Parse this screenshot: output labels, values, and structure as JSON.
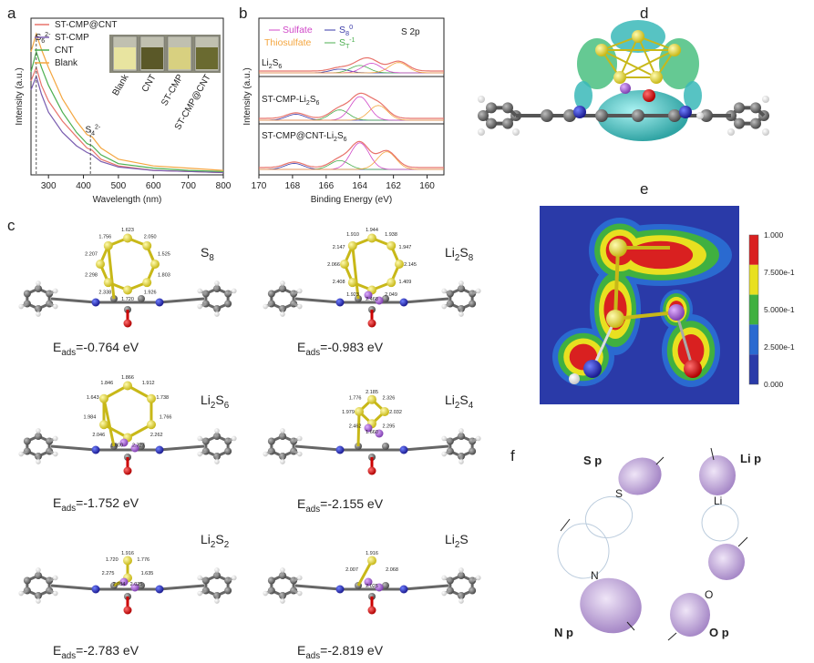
{
  "panels": {
    "a": "a",
    "b": "b",
    "c": "c",
    "d": "d",
    "e": "e",
    "f": "f"
  },
  "chart_data": [
    {
      "type": "line",
      "xlabel": "Wavelength (nm)",
      "ylabel": "Intensity (a.u.)",
      "xlim": [
        250,
        800
      ],
      "xticks": [
        "300",
        "400",
        "500",
        "600",
        "700",
        "800"
      ],
      "legend": "top-left",
      "annotations": [
        "S62-",
        "S42-"
      ],
      "photo_labels": [
        "Blank",
        "CNT",
        "ST-CMP",
        "ST-CMP@CNT"
      ],
      "series": [
        {
          "name": "ST-CMP@CNT",
          "color": "#e8736b",
          "x": [
            250,
            265,
            280,
            300,
            340,
            380,
            410,
            425,
            450,
            500,
            600,
            700,
            800
          ],
          "y": [
            0.42,
            0.48,
            0.4,
            0.33,
            0.24,
            0.17,
            0.12,
            0.11,
            0.07,
            0.04,
            0.02,
            0.015,
            0.01
          ]
        },
        {
          "name": "ST-CMP",
          "color": "#7a5db0",
          "x": [
            250,
            265,
            280,
            300,
            340,
            380,
            410,
            425,
            450,
            500,
            600,
            700,
            800
          ],
          "y": [
            0.38,
            0.44,
            0.36,
            0.28,
            0.19,
            0.13,
            0.1,
            0.09,
            0.06,
            0.035,
            0.02,
            0.015,
            0.01
          ]
        },
        {
          "name": "CNT",
          "color": "#4caf50",
          "x": [
            250,
            265,
            280,
            300,
            340,
            380,
            410,
            425,
            450,
            500,
            600,
            700,
            800
          ],
          "y": [
            0.46,
            0.55,
            0.48,
            0.4,
            0.28,
            0.19,
            0.14,
            0.13,
            0.09,
            0.05,
            0.03,
            0.02,
            0.015
          ]
        },
        {
          "name": "Blank",
          "color": "#f4a640",
          "x": [
            250,
            265,
            280,
            300,
            340,
            380,
            410,
            425,
            450,
            500,
            600,
            700,
            800
          ],
          "y": [
            0.55,
            0.63,
            0.56,
            0.48,
            0.34,
            0.24,
            0.18,
            0.17,
            0.12,
            0.07,
            0.04,
            0.03,
            0.02
          ]
        }
      ]
    },
    {
      "type": "line",
      "xlabel": "Binding Energy (eV)",
      "ylabel": "Intensity (a.u.)",
      "xlim": [
        170,
        159
      ],
      "xticks": [
        "170",
        "168",
        "166",
        "164",
        "162",
        "160"
      ],
      "legend": [
        "Sulfate",
        "Thiosulfate",
        "S80",
        "ST-1"
      ],
      "legend_colors": [
        "#d048c8",
        "#f4a640",
        "#3a3aa8",
        "#4caf50"
      ],
      "title_tag": "S 2p",
      "samples": [
        "Li2S6",
        "ST-CMP-Li2S6",
        "ST-CMP@CNT-Li2S6"
      ],
      "peaks": [
        {
          "sample": "Li2S6",
          "centers": [
            165.2,
            164.0,
            163.3,
            161.7
          ],
          "heights": [
            0.25,
            0.5,
            0.65,
            0.7
          ]
        },
        {
          "sample": "ST-CMP-Li2S6",
          "centers": [
            167.8,
            165.2,
            164.0,
            162.9
          ],
          "heights": [
            0.2,
            0.35,
            0.8,
            0.5
          ]
        },
        {
          "sample": "ST-CMP@CNT-Li2S6",
          "centers": [
            167.9,
            165.2,
            164.0,
            162.4
          ],
          "heights": [
            0.2,
            0.3,
            0.9,
            0.6
          ]
        }
      ]
    }
  ],
  "c": {
    "structures": [
      {
        "name": "S8",
        "energy": "Eads=-0.764 eV",
        "bonds": [
          "1.623",
          "2.050",
          "1.525",
          "1.803",
          "1.926",
          "1.720",
          "2.338",
          "2.298",
          "2.207",
          "1.756"
        ]
      },
      {
        "name": "Li2S8",
        "energy": "Eads=-0.983 eV",
        "bonds": [
          "1.944",
          "1.938",
          "1.947",
          "2.145",
          "1.409",
          "2.049",
          "2.468",
          "1.923",
          "2.408",
          "2.066",
          "2.147",
          "1.910"
        ]
      },
      {
        "name": "Li2S6",
        "energy": "Eads=-1.752 eV",
        "bonds": [
          "1.866",
          "1.912",
          "1.738",
          "1.766",
          "2.262",
          "2.727",
          "1.800",
          "2.046",
          "1.984",
          "1.643",
          "1.846"
        ]
      },
      {
        "name": "Li2S4",
        "energy": "Eads=-2.155 eV",
        "bonds": [
          "2.185",
          "2.326",
          "2.032",
          "2.295",
          "1.660",
          "2.462",
          "1.979",
          "1.776"
        ]
      },
      {
        "name": "Li2S2",
        "energy": "Eads=-2.783 eV",
        "bonds": [
          "1.916",
          "1.776",
          "1.635",
          "2.025",
          "2.084",
          "2.275",
          "1.720"
        ]
      },
      {
        "name": "Li2S",
        "energy": "Eads=-2.819 eV",
        "bonds": [
          "1.916",
          "2.068",
          "2.025",
          "2.007"
        ]
      }
    ]
  },
  "e": {
    "colorbar": [
      "1.000",
      "7.500e-1",
      "5.000e-1",
      "2.500e-1",
      "0.000"
    ],
    "colors": [
      "#d92020",
      "#e8e020",
      "#40b040",
      "#2a6ad0",
      "#2a3aa8"
    ]
  },
  "f": {
    "labels": {
      "sp": "S p",
      "lip": "Li p",
      "np": "N p",
      "op": "O p",
      "s": "S",
      "li": "Li",
      "n": "N",
      "o": "O"
    }
  }
}
